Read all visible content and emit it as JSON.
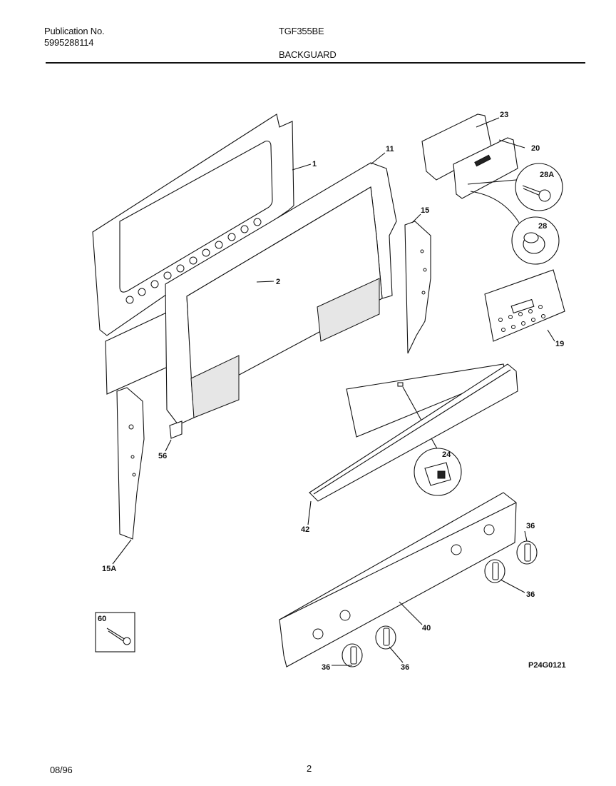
{
  "header": {
    "publication_label": "Publication No.",
    "publication_number": "5995288114",
    "model": "TGF355BE",
    "section": "BACKGUARD"
  },
  "diagram_code": "P24G0121",
  "footer": {
    "date": "08/96",
    "page": "2"
  },
  "callouts": {
    "c1": "1",
    "c2": "2",
    "c11": "11",
    "c15": "15",
    "c15a": "15A",
    "c19": "19",
    "c20": "20",
    "c23": "23",
    "c24": "24",
    "c28": "28",
    "c28a": "28A",
    "c36a": "36",
    "c36b": "36",
    "c36c": "36",
    "c36d": "36",
    "c40": "40",
    "c42": "42",
    "c56": "56",
    "c60": "60"
  }
}
